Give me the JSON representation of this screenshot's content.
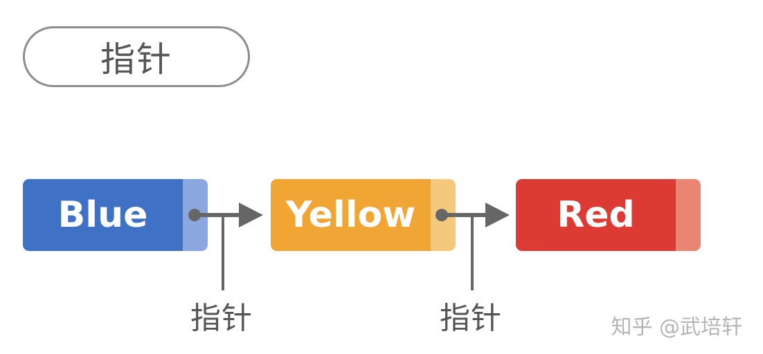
{
  "title": "指针",
  "nodes": [
    {
      "value": "Blue",
      "color": "#3f72c4",
      "next_color": "#8ba7e0"
    },
    {
      "value": "Yellow",
      "color": "#f0a534",
      "next_color": "#f5c97c"
    },
    {
      "value": "Red",
      "color": "#dc3b34",
      "next_color": "#ea8473"
    }
  ],
  "pointer_labels": [
    "指针",
    "指针"
  ],
  "watermark": "知乎 @武培轩",
  "colors": {
    "arrow": "#666666",
    "text": "#555555"
  }
}
